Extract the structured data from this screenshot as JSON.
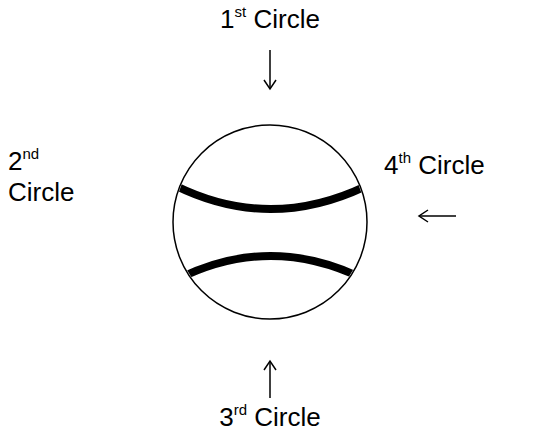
{
  "diagram": {
    "labels": [
      "1st Circle",
      "2nd Circle",
      "3rd Circle",
      "4th Circle"
    ]
  }
}
